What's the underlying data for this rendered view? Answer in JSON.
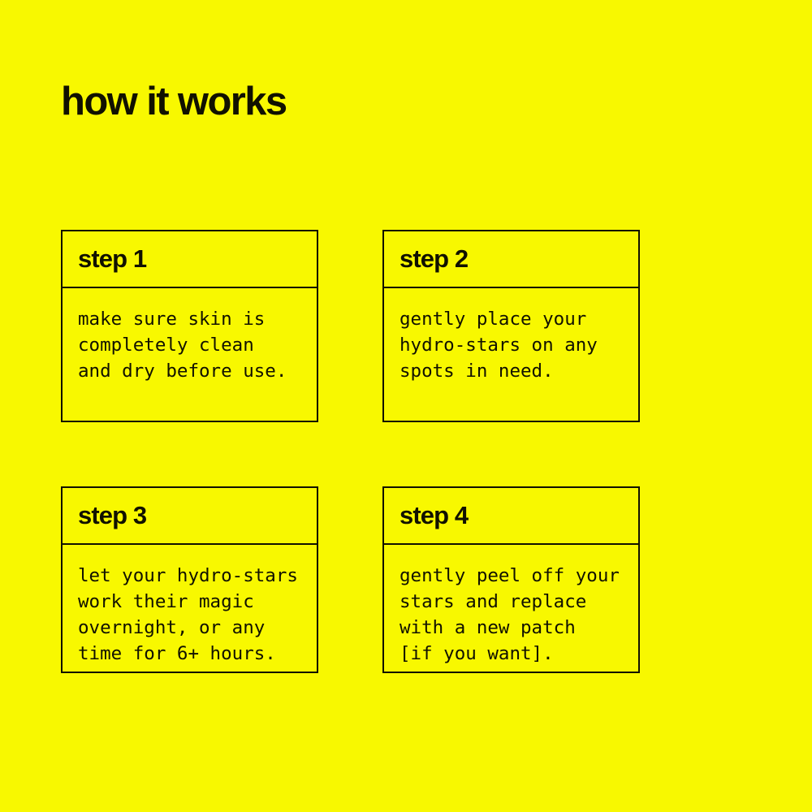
{
  "page": {
    "title": "how it works",
    "background_color": "#f8f800",
    "ink_color": "#111100"
  },
  "steps": [
    {
      "header": "step 1",
      "body": "make sure skin is\ncompletely clean\nand dry before use."
    },
    {
      "header": "step 2",
      "body": "gently place your\nhydro-stars on any\nspots in need."
    },
    {
      "header": "step 3",
      "body": "let your hydro-stars\nwork their magic\novernight, or any\ntime for 6+ hours."
    },
    {
      "header": "step 4",
      "body": "gently peel off your\nstars and replace\nwith a new patch\n[if you want]."
    }
  ]
}
